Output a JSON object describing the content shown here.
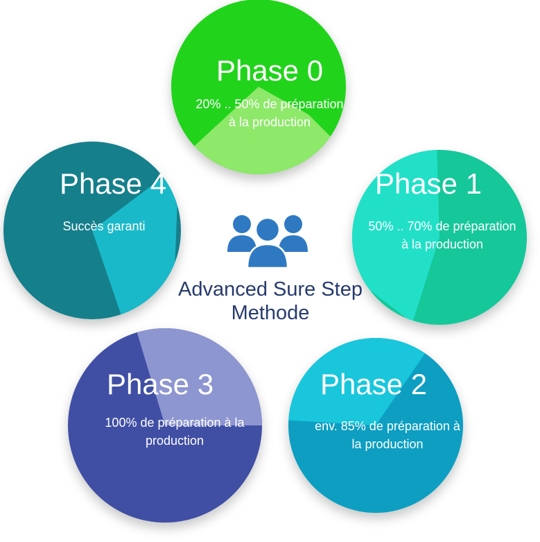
{
  "center": {
    "title_line1": "Advanced Sure Step",
    "title_line2": "Methode",
    "icon": "people-group-icon",
    "icon_color": "#2f79c3"
  },
  "phases": [
    {
      "title": "Phase 0",
      "desc": "20% .. 50% de préparation à la production",
      "color": "#23d31f",
      "highlight": "#8ee86a"
    },
    {
      "title": "Phase 1",
      "desc": "50% .. 70% de préparation à la production",
      "color": "#14c79a",
      "highlight": "#22e0c8"
    },
    {
      "title": "Phase 2",
      "desc": "env. 85% de préparation à la production",
      "color": "#0d9ec2",
      "highlight": "#19c6dc"
    },
    {
      "title": "Phase 3",
      "desc": "100% de préparation à la production",
      "color": "#4150a4",
      "highlight": "#8d96d0"
    },
    {
      "title": "Phase 4",
      "desc": "Succès garanti",
      "color": "#137f8c",
      "highlight": "#1ab9c9"
    }
  ]
}
